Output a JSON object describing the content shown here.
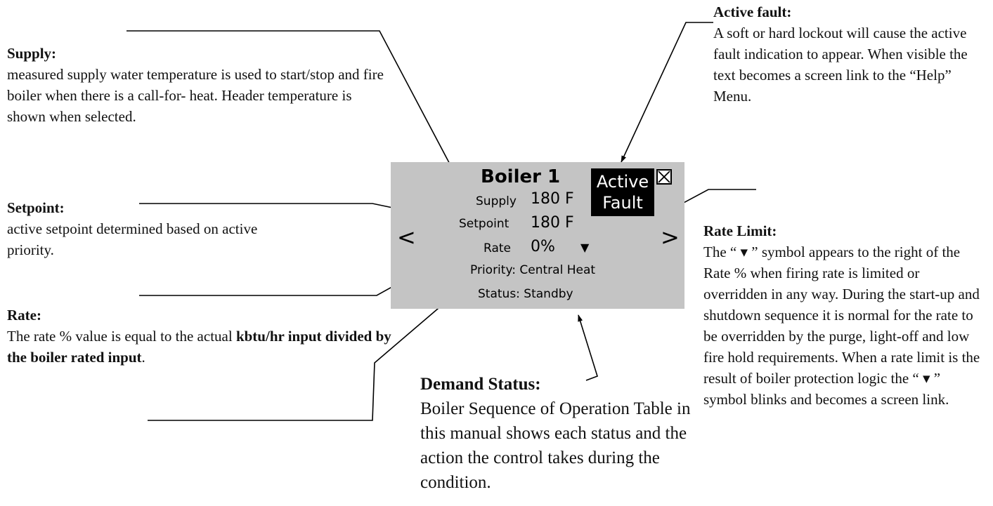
{
  "notes": {
    "supply": {
      "heading": "Supply:",
      "text": "measured supply water temperature is used to start/stop and fire boiler when there is a call-for- heat.  Header temperature is shown when selected."
    },
    "setpoint": {
      "heading": "Setpoint:",
      "text": "active setpoint determined based on active priority."
    },
    "rate": {
      "heading": "Rate:",
      "text_before": "The rate % value is equal to the actual ",
      "text_bold": "kbtu/hr input  divided by the boiler rated input",
      "text_after": "."
    },
    "demand_status": {
      "heading": "Demand Status:",
      "text": "Boiler Sequence of Operation Table in this manual shows each status and the action the control takes during the condition."
    },
    "active_fault": {
      "heading": "Active fault:",
      "text": "A soft or hard lockout will cause the active fault indication to appear.   When visible the text becomes a screen link to the “Help” Menu."
    },
    "rate_limit": {
      "heading": "Rate Limit:",
      "text": "The “ ▾ ” symbol appears to the right of the Rate % when firing rate is limited or overridden in any way. During the start-up and shutdown sequence it is normal for the rate to be overridden by the purge, light-off and low fire hold requirements.  When a rate limit is the result of boiler protection logic the “ ▾ ” symbol blinks and becomes a screen link."
    }
  },
  "screen": {
    "title": "Boiler 1",
    "fault_line1": "Active",
    "fault_line2": "Fault",
    "supply_label": "Supply",
    "supply_value": "180 F",
    "setpoint_label": "Setpoint",
    "setpoint_value": "180 F",
    "rate_label": "Rate",
    "rate_value": "0%",
    "rate_limit_symbol": "▼",
    "priority": "Priority: Central Heat",
    "status": "Status: Standby",
    "prev": "<",
    "next": ">",
    "close_icon": "close-x-box-icon"
  },
  "colors": {
    "screen_bg": "#c4c4c4",
    "fault_bg": "#000000",
    "fault_text": "#ffffff"
  }
}
